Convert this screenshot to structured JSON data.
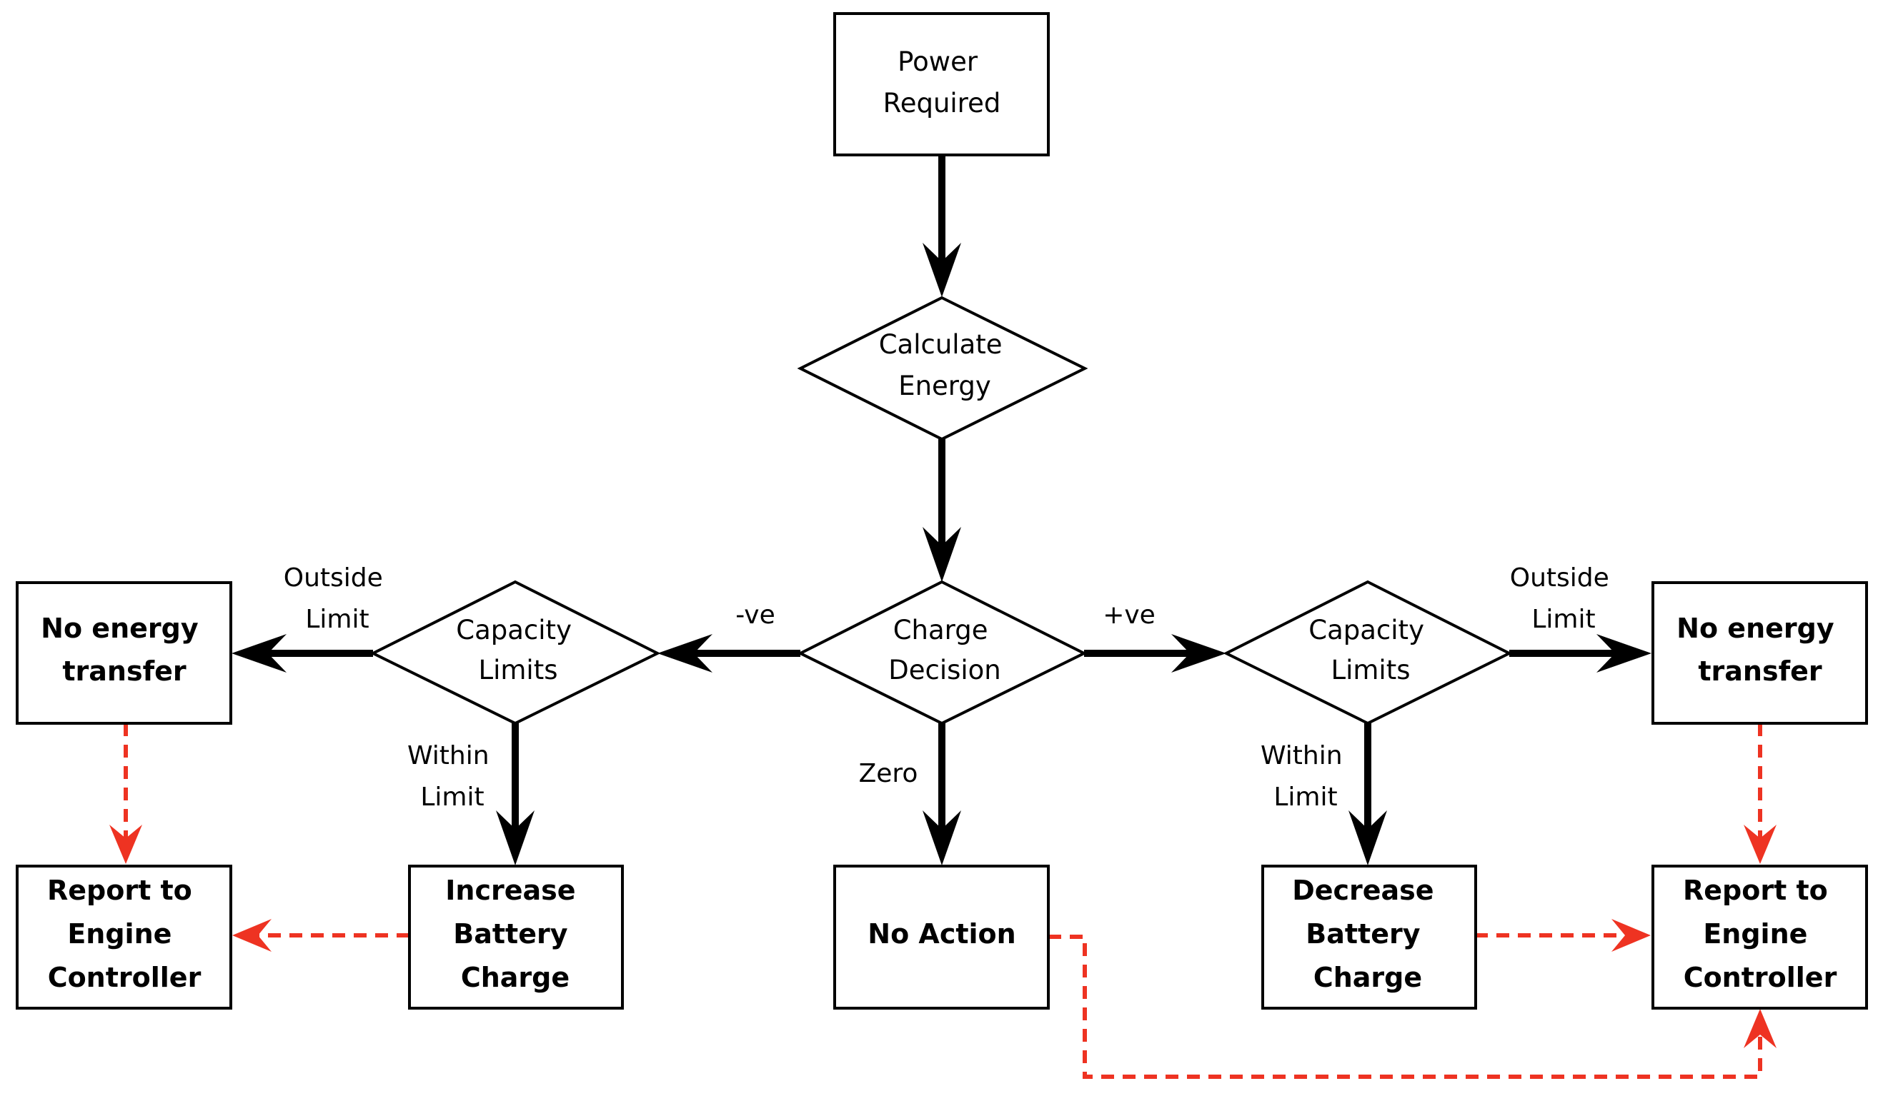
{
  "nodes": {
    "power": {
      "lines": [
        "Power",
        "Required"
      ]
    },
    "calc": {
      "lines": [
        "Calculate",
        "Energy"
      ]
    },
    "charge": {
      "lines": [
        "Charge",
        "Decision"
      ]
    },
    "capL": {
      "lines": [
        "Capacity",
        "Limits"
      ]
    },
    "capR": {
      "lines": [
        "Capacity",
        "Limits"
      ]
    },
    "noTL": {
      "lines": [
        "No energy",
        "transfer"
      ]
    },
    "noTR": {
      "lines": [
        "No energy",
        "transfer"
      ]
    },
    "reportL": {
      "lines": [
        "Report to",
        "Engine",
        "Controller"
      ]
    },
    "reportR": {
      "lines": [
        "Report to",
        "Engine",
        "Controller"
      ]
    },
    "increase": {
      "lines": [
        "Increase",
        "Battery",
        "Charge"
      ]
    },
    "decrease": {
      "lines": [
        "Decrease",
        "Battery",
        "Charge"
      ]
    },
    "noAction": {
      "lines": [
        "No Action"
      ]
    }
  },
  "edges": {
    "neg": {
      "lines": [
        "-ve"
      ]
    },
    "pos": {
      "lines": [
        "+ve"
      ]
    },
    "zero": {
      "lines": [
        "Zero"
      ]
    },
    "outL": {
      "lines": [
        "Outside",
        "Limit"
      ]
    },
    "outR": {
      "lines": [
        "Outside",
        "Limit"
      ]
    },
    "withinL": {
      "lines": [
        "Within",
        "Limit"
      ]
    },
    "withinR": {
      "lines": [
        "Within",
        "Limit"
      ]
    }
  },
  "colors": {
    "solid": "#000000",
    "dashed": "#ee3322"
  }
}
